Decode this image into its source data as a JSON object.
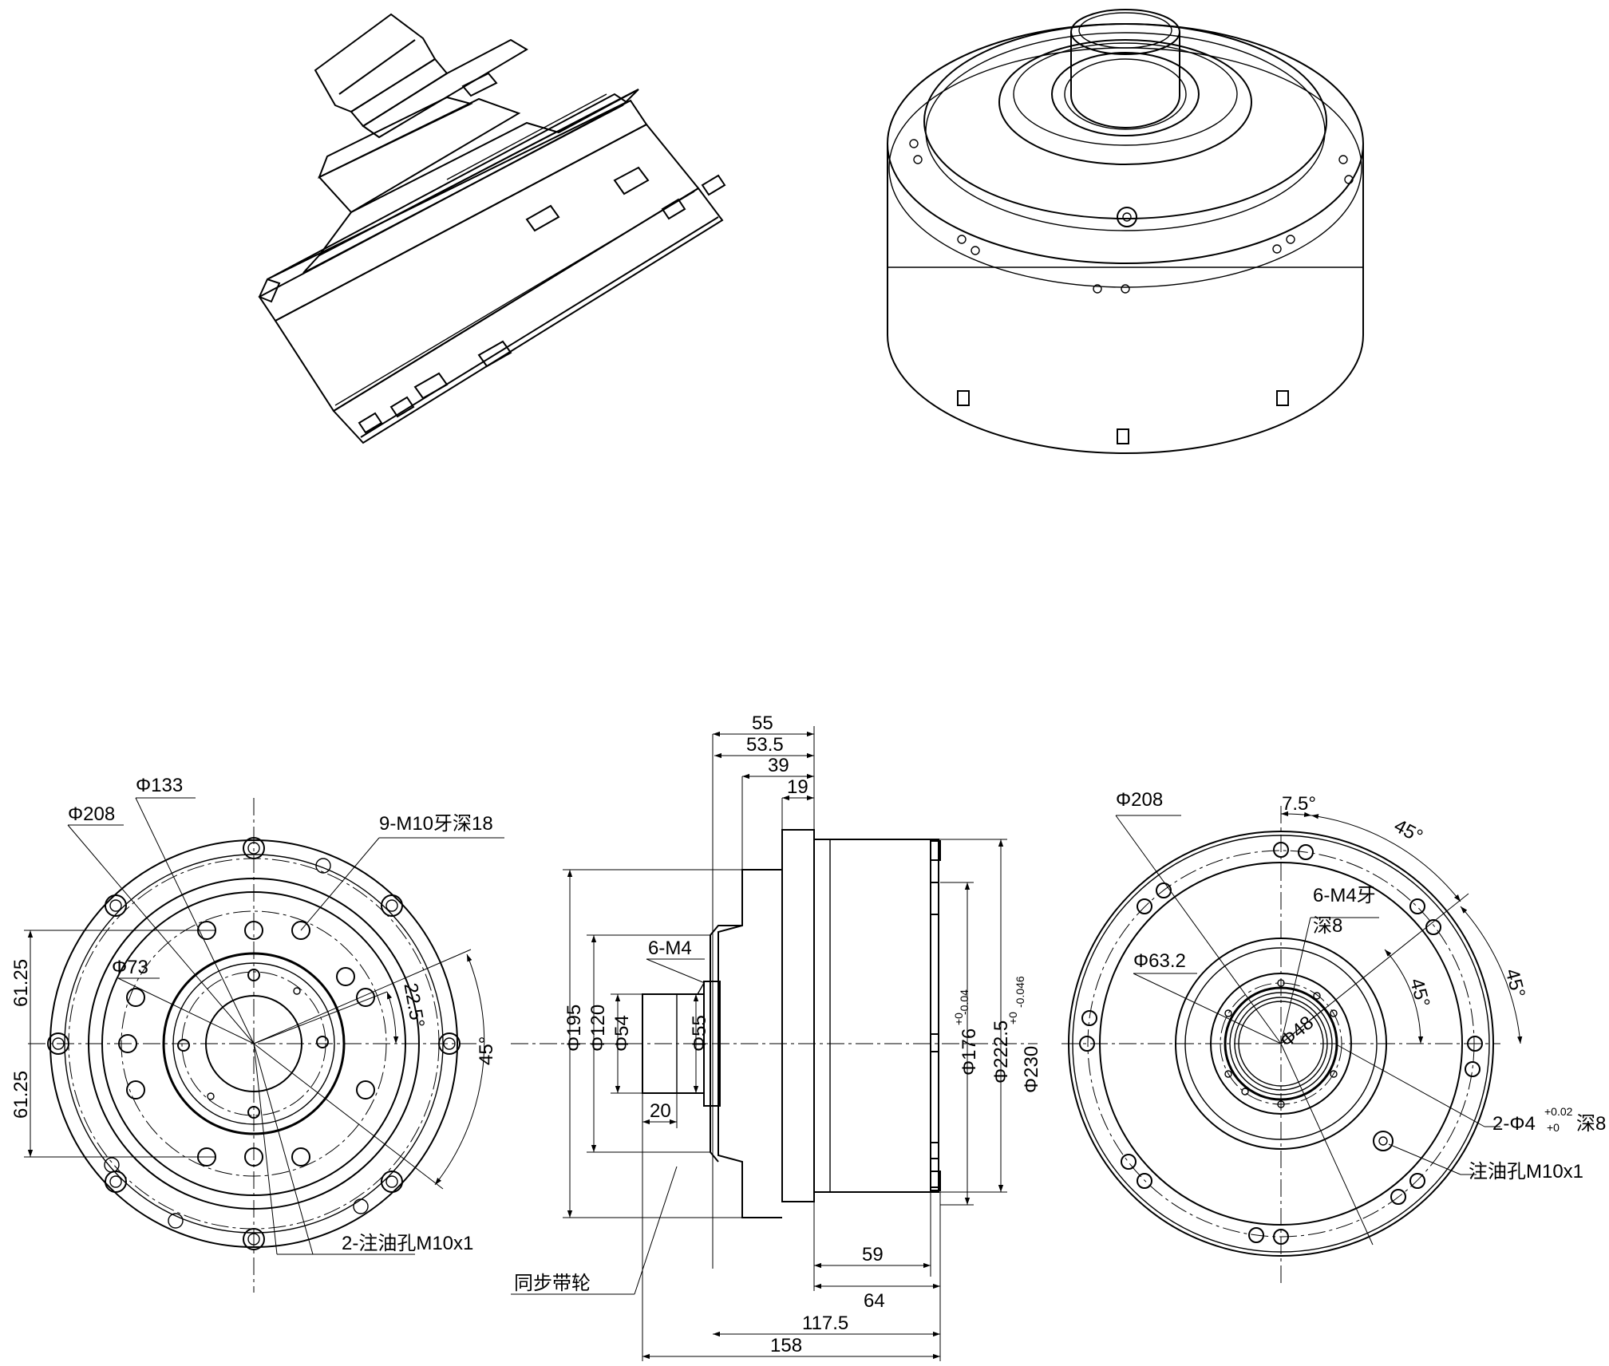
{
  "colors": {
    "line": "#000000",
    "background": "#ffffff"
  },
  "front_view": {
    "d208": "Φ208",
    "d133": "Φ133",
    "d73": "Φ73",
    "tapped_holes": "9-M10牙深18",
    "angle_22_5": "22.5°",
    "angle_45": "45°",
    "dim_61_25_top": "61.25",
    "dim_61_25_bottom": "61.25",
    "oil_holes": "2-注油孔M10x1"
  },
  "side_view": {
    "dim_55": "55",
    "dim_53_5": "53.5",
    "dim_39": "39",
    "dim_19": "19",
    "m4": "6-M4",
    "d195": "Φ195",
    "d120": "Φ120",
    "d54": "Φ54",
    "d55": "Φ55",
    "dim_20": "20",
    "d176": "Φ176",
    "d176_tol_upper": "+0",
    "d176_tol_lower": "-0.04",
    "d222_5": "Φ222.5",
    "d230": "Φ230",
    "d230_tol_upper": "+0",
    "d230_tol_lower": "-0.046",
    "dim_59": "59",
    "dim_64": "64",
    "dim_117_5": "117.5",
    "dim_158": "158",
    "pulley": "同步带轮"
  },
  "rear_view": {
    "d208": "Φ208",
    "angle_7_5": "7.5°",
    "angle_45_top": "45°",
    "m4_tap": "6-M4牙",
    "m4_depth": "深8",
    "d63_2": "Φ63.2",
    "d48": "Φ48",
    "angle_45_inner": "45°",
    "angle_45_outer": "45°",
    "pin_holes_prefix": "2-Φ4",
    "pin_tol_upper": "+0.02",
    "pin_tol_lower": "+0",
    "pin_depth": "深8",
    "oil_hole": "注油孔M10x1"
  }
}
